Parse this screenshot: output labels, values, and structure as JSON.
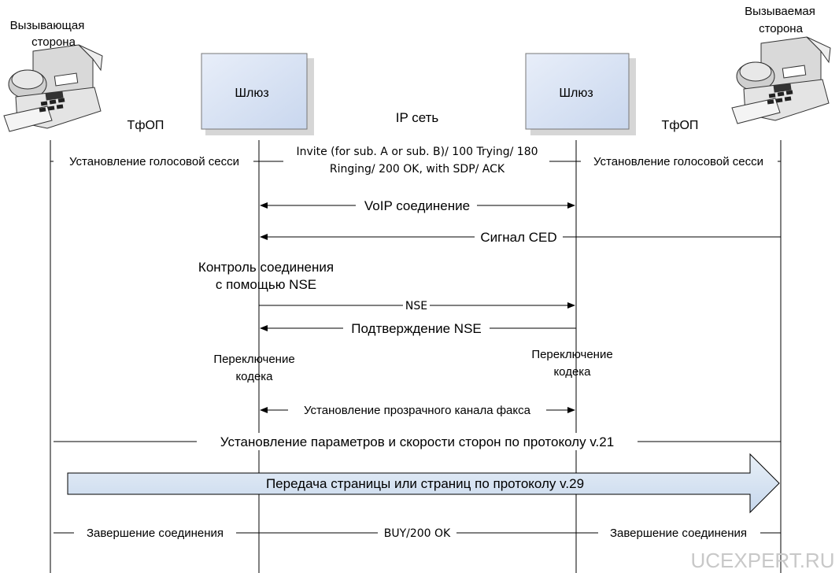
{
  "caller": {
    "line1": "Вызывающая",
    "line2": "сторона"
  },
  "callee": {
    "line1": "Вызываемая",
    "line2": "сторона"
  },
  "gateway_left": "Шлюз",
  "gateway_right": "Шлюз",
  "pstn_left": "ТфОП",
  "pstn_right": "ТфОП",
  "ip_network": "IP сеть",
  "voice_session_left": "Установление голосовой сесси",
  "voice_session_right": "Установление голосовой сесси",
  "sip_line1": "Invite (for sub. A or sub. B)/ 100 Trying/ 180",
  "sip_line2": "Ringing/ 200 OK, with SDP/ ACK",
  "voip": "VoIP соединение",
  "ced": "Сигнал CED",
  "nse_control_line1": "Контроль соединения",
  "nse_control_line2": "с помощью NSE",
  "nse": "NSE",
  "nse_ack": "Подтверждение NSE",
  "codec_left_line1": "Переключение",
  "codec_left_line2": "кодека",
  "codec_right_line1": "Переключение",
  "codec_right_line2": "кодека",
  "fax_channel": "Установление прозрачного канала факса",
  "v21": "Установление параметров и скорости сторон по протоколу v.21",
  "v29": "Передача страницы или страниц по протоколу v.29",
  "end_left": "Завершение соединения",
  "end_right": "Завершение соединения",
  "buy": "BUY/200 OK",
  "watermark": "UCEXPERT.RU",
  "icons": [
    "fax-machine-icon",
    "fax-machine-icon"
  ],
  "colors": {
    "box_fill": "#dbe5f5",
    "arrow_fill": "#d6e3f2",
    "line": "#000000",
    "watermark": "#c8c8c8"
  }
}
